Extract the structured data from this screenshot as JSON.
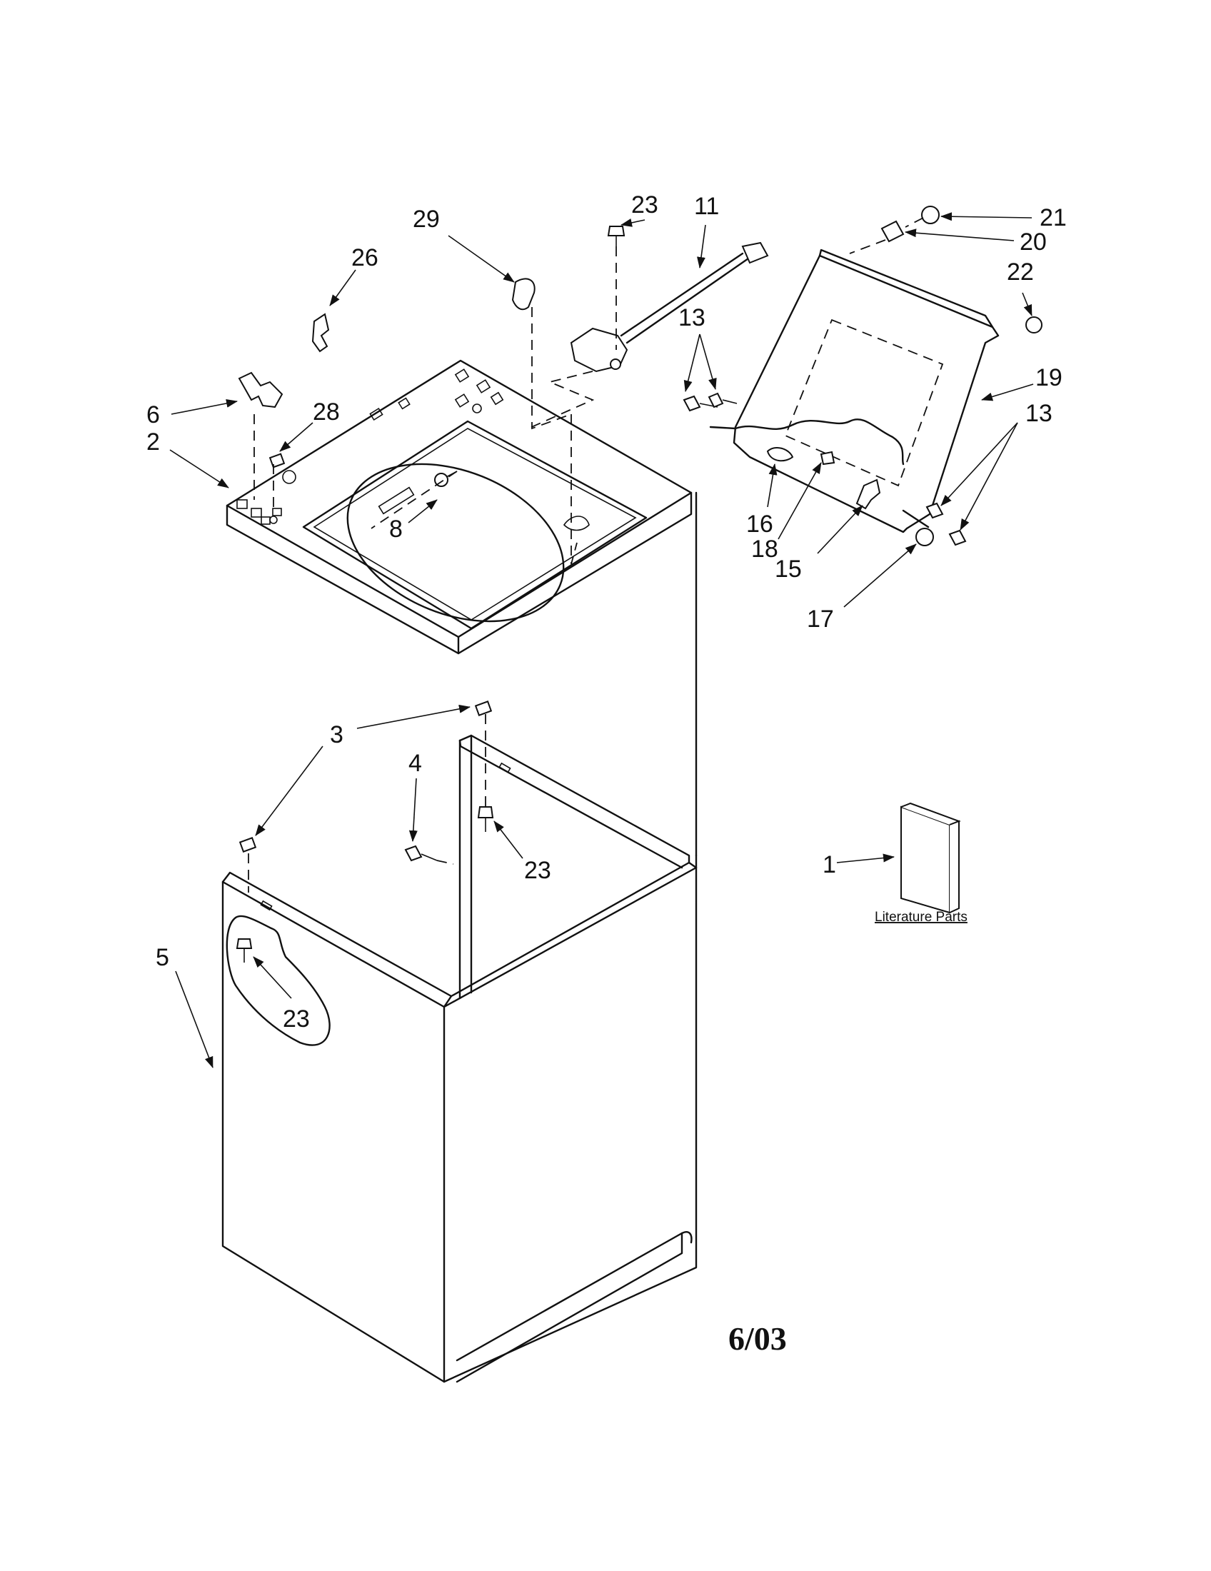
{
  "diagram": {
    "callouts": [
      {
        "id": "c21",
        "text": "21"
      },
      {
        "id": "c20",
        "text": "20"
      },
      {
        "id": "c22",
        "text": "22"
      },
      {
        "id": "c29",
        "text": "29"
      },
      {
        "id": "c23a",
        "text": "23"
      },
      {
        "id": "c11",
        "text": "11"
      },
      {
        "id": "c26",
        "text": "26"
      },
      {
        "id": "c13a",
        "text": "13"
      },
      {
        "id": "c19",
        "text": "19"
      },
      {
        "id": "c13b",
        "text": "13"
      },
      {
        "id": "c6",
        "text": "6"
      },
      {
        "id": "c28",
        "text": "28"
      },
      {
        "id": "c2",
        "text": "2"
      },
      {
        "id": "c8",
        "text": "8"
      },
      {
        "id": "c16",
        "text": "16"
      },
      {
        "id": "c18",
        "text": "18"
      },
      {
        "id": "c15",
        "text": "15"
      },
      {
        "id": "c17",
        "text": "17"
      },
      {
        "id": "c3",
        "text": "3"
      },
      {
        "id": "c4",
        "text": "4"
      },
      {
        "id": "c23b",
        "text": "23"
      },
      {
        "id": "c1",
        "text": "1"
      },
      {
        "id": "c5",
        "text": "5"
      },
      {
        "id": "c23c",
        "text": "23"
      }
    ],
    "literature_label": "Literature Parts",
    "date_code": "6/03"
  }
}
